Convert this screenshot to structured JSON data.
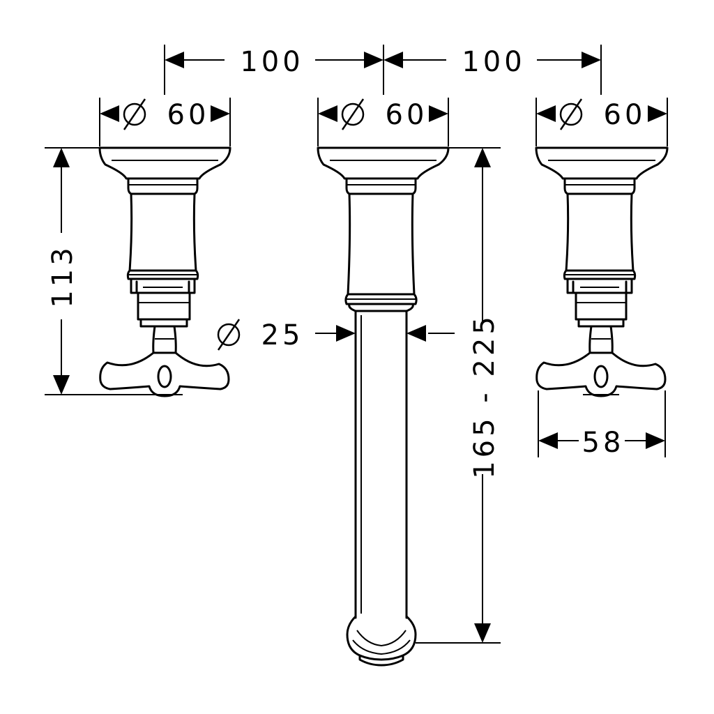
{
  "dimensions": {
    "spacing_left": "100",
    "spacing_right": "100",
    "dia_left": "60",
    "dia_center": "60",
    "dia_right": "60",
    "height_valve": "113",
    "dia_spout": "25",
    "spout_length": "165 - 225",
    "handle_width": "58"
  }
}
